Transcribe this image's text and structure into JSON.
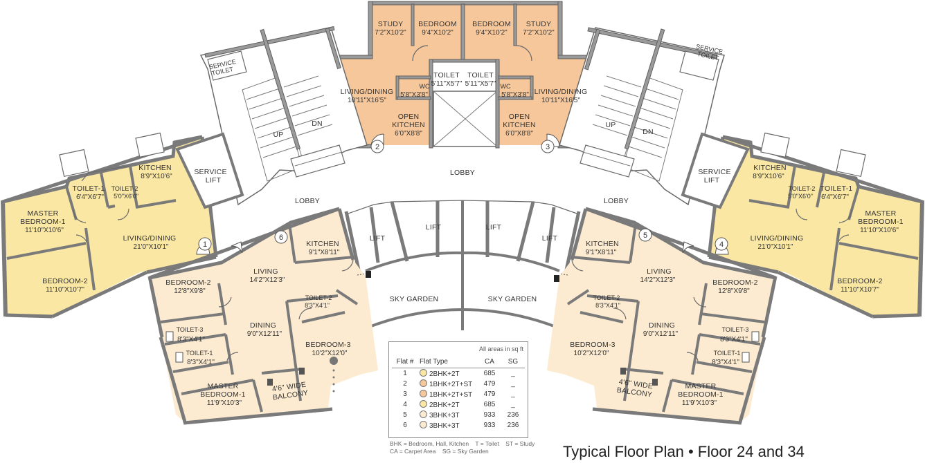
{
  "colors": {
    "flat_1_4": "#f9e7a3",
    "flat_2_3": "#f6c79a",
    "flat_5_6": "#fcebd0",
    "wall": "#9a9a9a"
  },
  "flat_numbers": [
    "1",
    "2",
    "3",
    "4",
    "5",
    "6"
  ],
  "rooms": {
    "study": "STUDY",
    "study_dim": "7'2\"X10'2\"",
    "bedroom": "BEDROOM",
    "bedroom_dim": "9'4\"X10'2\"",
    "toilet": "TOILET",
    "toilet_dim": "5'11\"X5'7\"",
    "wc": "WC",
    "wc_dim": "5'8\"X3'8\"",
    "living_dining": "LIVING/DINING",
    "living_dining_dim_small": "10'11\"X16'5\"",
    "open": "OPEN",
    "kitchen": "KITCHEN",
    "open_kitchen_dim": "6'0\"X8'8\"",
    "service": "SERVICE",
    "toilet_lower": "TOILET",
    "lift": "LIFT",
    "up": "UP",
    "dn": "DN",
    "lobby": "LOBBY",
    "sky_garden": "SKY GARDEN",
    "kitchen_dim_1": "8'9\"X10'6\"",
    "toilet_1": "TOILET-1",
    "toilet_1_dim": "6'4\"X6'7\"",
    "toilet_2": "TOILET-2",
    "toilet_2_dim": "5'0\"X6'0\"",
    "master": "MASTER",
    "bedroom_1": "BEDROOM-1",
    "master_dim_1": "11'10\"X10'6\"",
    "living_dining_dim_large": "21'0\"X10'1\"",
    "bedroom_2": "BEDROOM-2",
    "bedroom_2_dim_1": "11'10\"X10'7\"",
    "living": "LIVING",
    "living_dim": "14'2\"X12'3\"",
    "kitchen_dim_6": "9'1\"X8'11\"",
    "bedroom_2_dim_6": "12'8\"X9'8\"",
    "dining": "DINING",
    "dining_dim": "9'0\"X12'11\"",
    "toilet_2_dim_6": "8'3\"X4'1\"",
    "toilet_3": "TOILET-3",
    "toilet_3_dim": "8'3\"X4'1\"",
    "toilet_1_dim_6": "8'3\"X4'1\"",
    "bedroom_3": "BEDROOM-3",
    "bedroom_3_dim": "10'2\"X12'0\"",
    "master_dim_6": "11'9\"X10'3\"",
    "balcony_wide": "4'6\" WIDE",
    "balcony": "BALCONY"
  },
  "legend": {
    "note": "All areas in sq ft",
    "headers": [
      "Flat #",
      "Flat Type",
      "CA",
      "SG"
    ],
    "rows": [
      {
        "num": "1",
        "type": "2BHK+2T",
        "ca": "685",
        "sg": "_",
        "color": "#f9e7a3"
      },
      {
        "num": "2",
        "type": "1BHK+2T+ST",
        "ca": "479",
        "sg": "_",
        "color": "#f6c79a"
      },
      {
        "num": "3",
        "type": "1BHK+2T+ST",
        "ca": "479",
        "sg": "_",
        "color": "#f6c79a"
      },
      {
        "num": "4",
        "type": "2BHK+2T",
        "ca": "685",
        "sg": "_",
        "color": "#f9e7a3"
      },
      {
        "num": "5",
        "type": "3BHK+3T",
        "ca": "933",
        "sg": "236",
        "color": "#fcebd0"
      },
      {
        "num": "6",
        "type": "3BHK+3T",
        "ca": "933",
        "sg": "236",
        "color": "#fcebd0"
      }
    ]
  },
  "abbreviations": {
    "line1": "BHK = Bedroom, Hall, Kitchen    T = Toilet    ST = Study",
    "line2": "CA = Carpet Area    SG = Sky Garden"
  },
  "title": "Typical Floor Plan • Floor 24 and 34"
}
